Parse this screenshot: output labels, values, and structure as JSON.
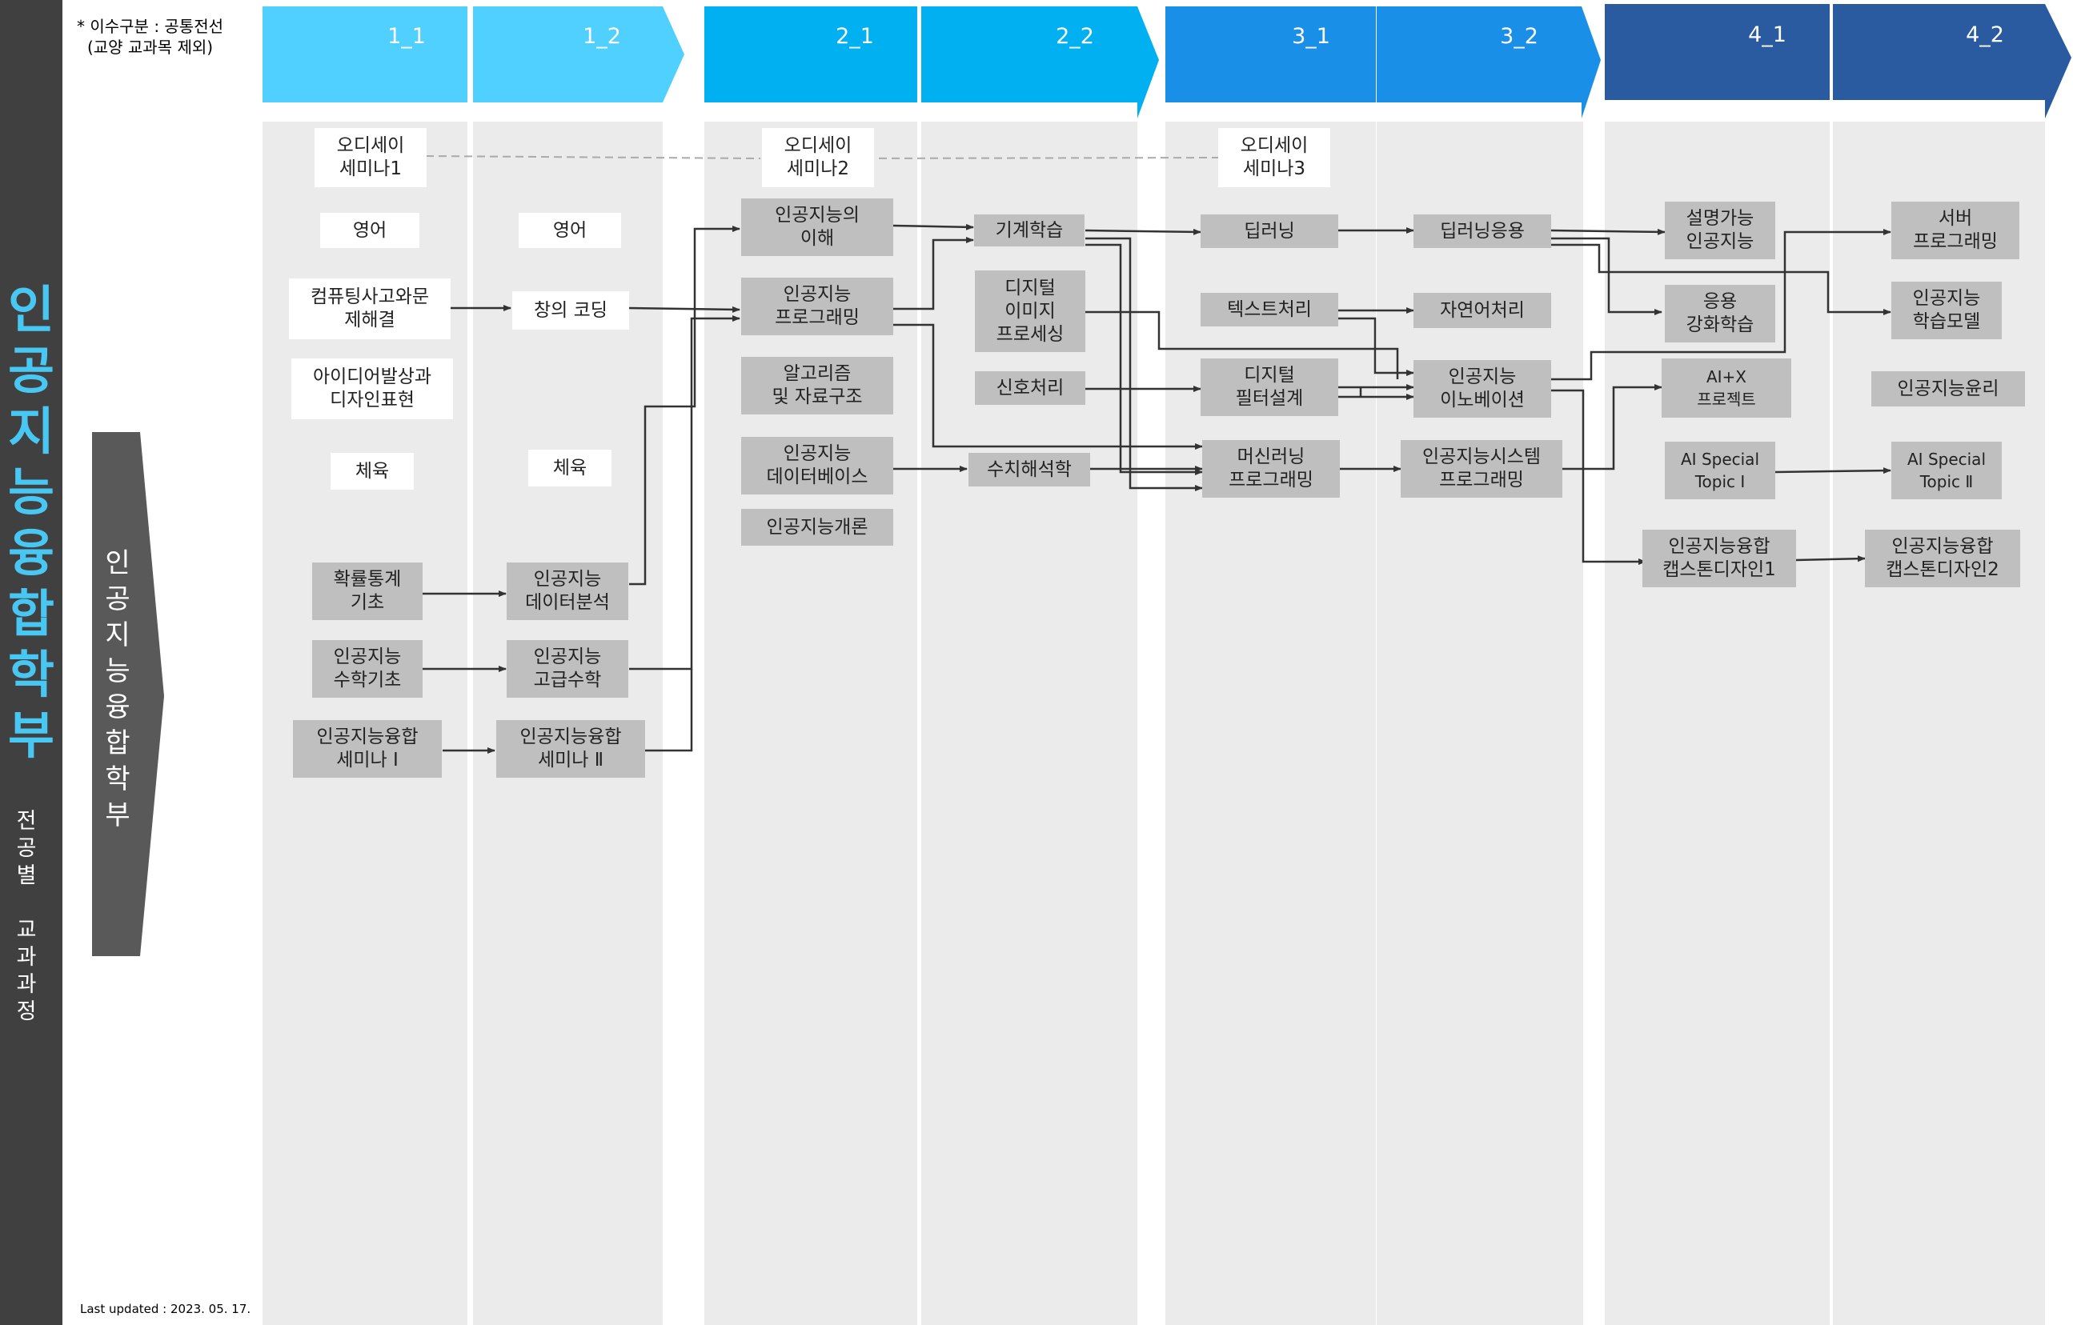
{
  "title": "인공지능융합학부",
  "sidebar_subtitle": "전공별 교과과정",
  "dept_label": "인공지능융합학부",
  "legend_note": [
    "* 이수구분 : 공통전선",
    "(교양 교과목 제외)"
  ],
  "last_updated": "Last updated : 2023. 05. 17.",
  "colors": {
    "sidebar": "#404040",
    "title_accent": "#49c7f3",
    "year1": "#4fd0ff",
    "year2": "#00b0f0",
    "year3": "#1a8fe8",
    "year4": "#2a5aa0",
    "column_bg": "#ebebeb",
    "course_box": "#bfbfbf"
  },
  "semesters": [
    "1_1",
    "1_2",
    "2_1",
    "2_2",
    "3_1",
    "3_2",
    "4_1",
    "4_2"
  ],
  "courses": {
    "odyssey1": "오디세이\n세미나1",
    "english1": "영어",
    "computing": "컴퓨팅사고와문\n제해결",
    "idea": "아이디어발상과\n디자인표현",
    "pe1": "체육",
    "probstat": "확률통계\n기초",
    "aimath": "인공지능\n수학기초",
    "seminar1": "인공지능융합\n세미나 Ⅰ",
    "english2": "영어",
    "creative": "창의 코딩",
    "pe2": "체육",
    "aidata": "인공지능\n데이터분석",
    "advmath": "인공지능\n고급수학",
    "seminar2": "인공지능융합\n세미나 Ⅱ",
    "odyssey2": "오디세이\n세미나2",
    "understanding": "인공지능의\n이해",
    "aiprog": "인공지능\n프로그래밍",
    "algo": "알고리즘\n및 자료구조",
    "aidb": "인공지능\n데이터베이스",
    "intro": "인공지능개론",
    "ml": "기계학습",
    "dip": "디지털\n이미지\n프로세싱",
    "signal": "신호처리",
    "numerical": "수치해석학",
    "odyssey3": "오디세이\n세미나3",
    "dl": "딥러닝",
    "text": "텍스트처리",
    "filter": "디지털\n필터설계",
    "mlprog": "머신러닝\n프로그래밍",
    "dlapp": "딥러닝응용",
    "nlp": "자연어처리",
    "innovation": "인공지능\n이노베이션",
    "sysprog": "인공지능시스템\n프로그래밍",
    "xai": "설명가능\n인공지능",
    "rl": "응용\n강화학습",
    "aix": "AI+X\n프로젝트",
    "special1": "AI Special\nTopic Ⅰ",
    "capstone1": "인공지능융합\n캡스톤디자인1",
    "server": "서버\n프로그래밍",
    "learnmodel": "인공지능\n학습모델",
    "ethics": "인공지능윤리",
    "special2": "AI Special\nTopic Ⅱ",
    "capstone2": "인공지능융합\n캡스톤디자인2"
  }
}
